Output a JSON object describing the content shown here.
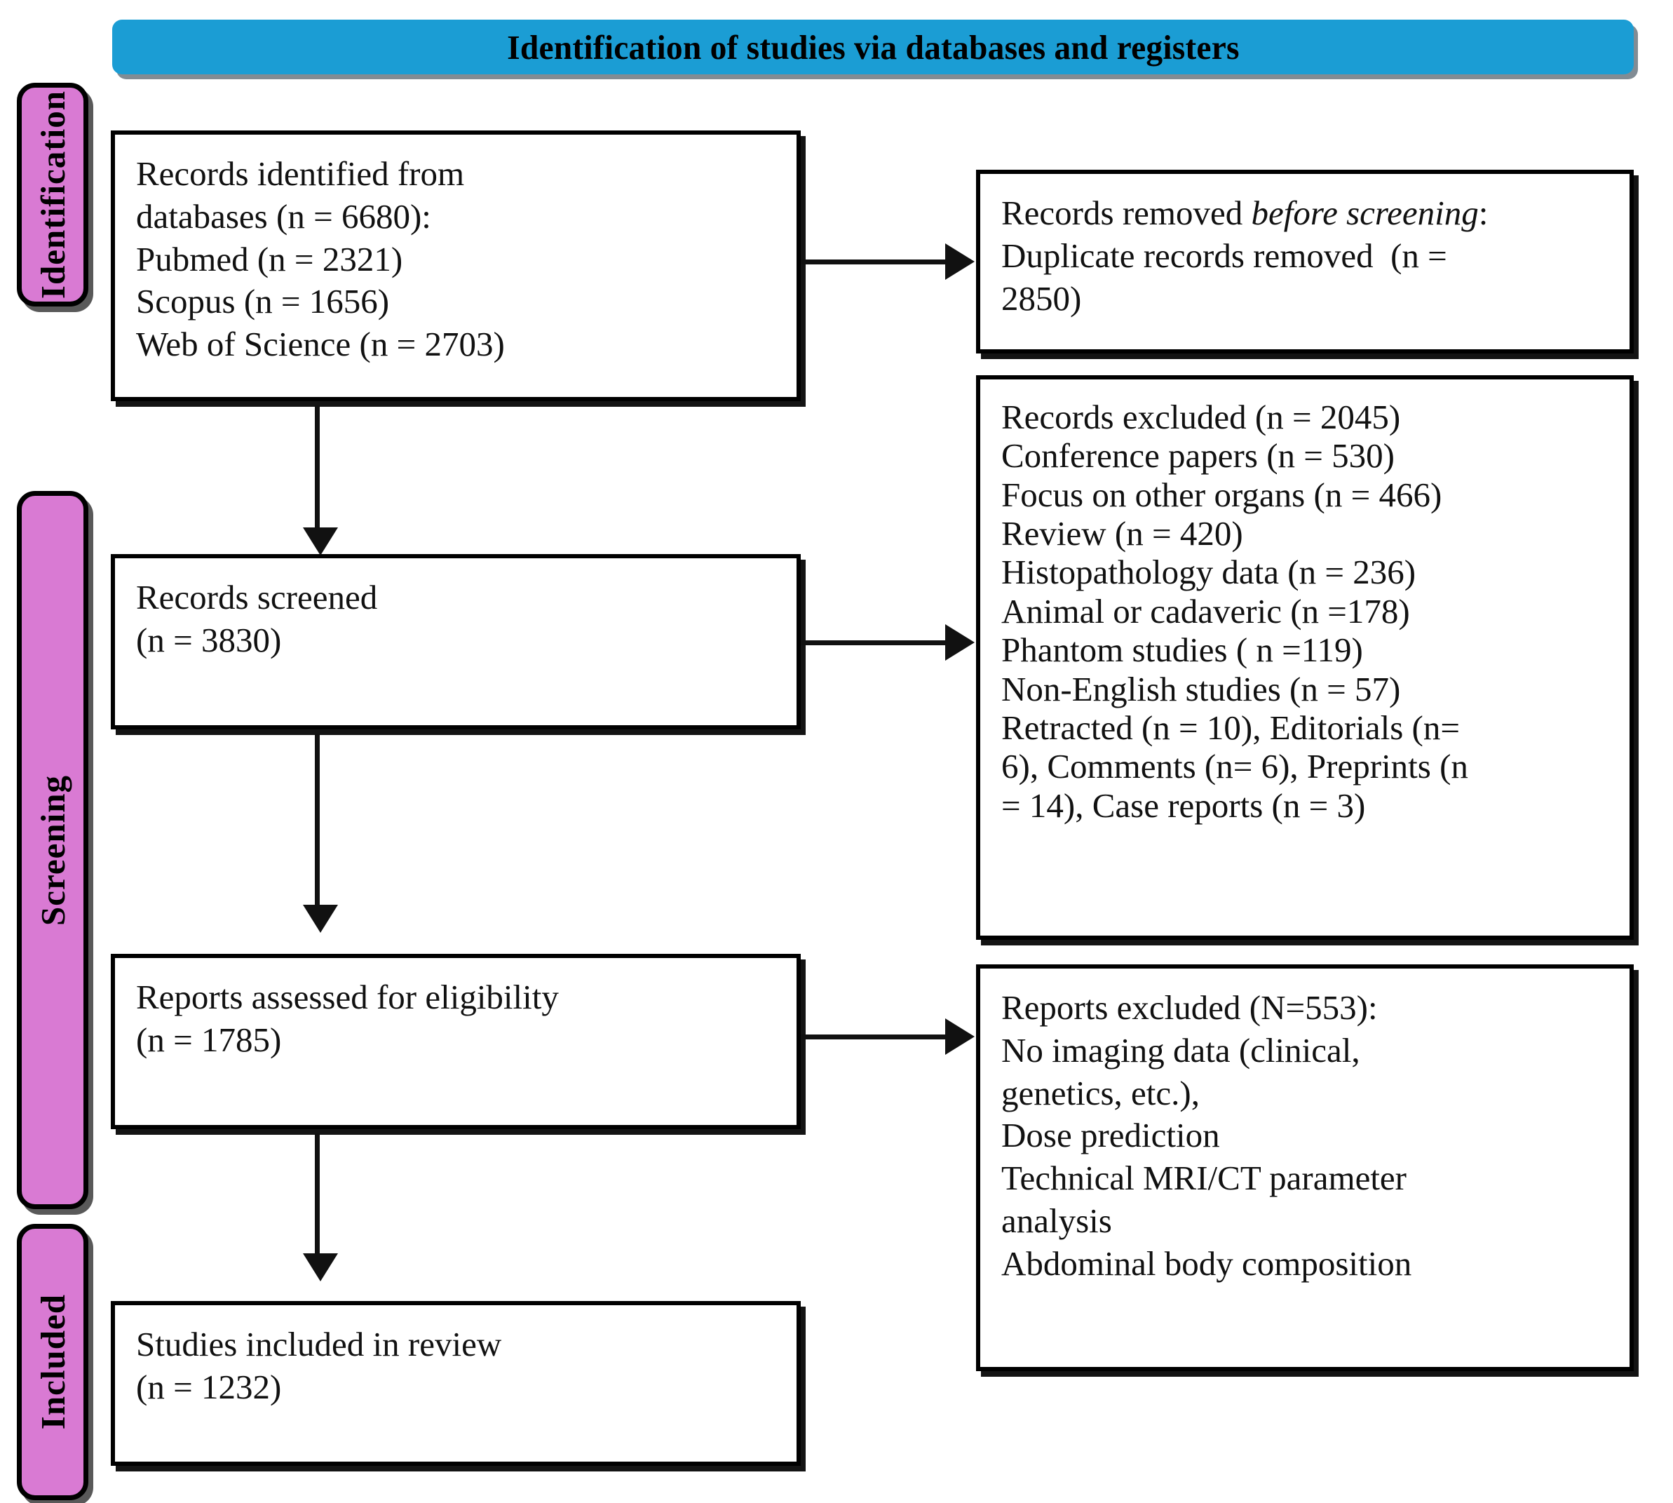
{
  "diagram": {
    "title": "Identification of studies via databases and registers",
    "phases": [
      {
        "id": "identification",
        "label": "Identification"
      },
      {
        "id": "screening",
        "label": "Screening"
      },
      {
        "id": "included",
        "label": "Included"
      }
    ],
    "boxes": {
      "identified": {
        "name": "Records identified from databases",
        "lines": [
          "Records identified from",
          "databases (n = 6680):",
          "Pubmed (n = 2321)",
          "Scopus (n = 1656)",
          "Web of Science (n = 2703)"
        ]
      },
      "removed_before_screening": {
        "name": "Records removed before screening",
        "lines": [
          "Records removed before screening:",
          "Duplicate records removed  (n =",
          "2850)"
        ],
        "italic_segment": "before screening"
      },
      "screened": {
        "name": "Records screened",
        "lines": [
          "Records screened",
          "(n = 3830)"
        ]
      },
      "records_excluded": {
        "name": "Records excluded",
        "lines": [
          "Records excluded (n = 2045)",
          "Conference papers (n = 530)",
          "Focus on other organs (n = 466)",
          "Review (n = 420)",
          "Histopathology data (n = 236)",
          "Animal or cadaveric (n =178)",
          "Phantom studies ( n =119)",
          "Non-English studies (n = 57)",
          "Retracted (n = 10), Editorials (n=",
          "6), Comments (n= 6), Preprints (n",
          "= 14), Case reports (n = 3)"
        ]
      },
      "eligibility": {
        "name": "Reports assessed for eligibility",
        "lines": [
          "Reports assessed for eligibility",
          "(n = 1785)"
        ]
      },
      "reports_excluded": {
        "name": "Reports excluded",
        "lines": [
          "Reports excluded (N=553):",
          "No imaging data (clinical,",
          "genetics, etc.),",
          "Dose prediction",
          "Technical MRI/CT parameter",
          "analysis",
          "Abdominal body composition"
        ]
      },
      "included": {
        "name": "Studies included in review",
        "lines": [
          "Studies included in review",
          "(n = 1232)"
        ]
      }
    },
    "counts": {
      "databases_total": 6680,
      "pubmed": 2321,
      "scopus": 1656,
      "web_of_science": 2703,
      "duplicates_removed": 2850,
      "screened": 3830,
      "records_excluded_total": 2045,
      "conference_papers": 530,
      "focus_other_organs": 466,
      "review": 420,
      "histopathology_data": 236,
      "animal_or_cadaveric": 178,
      "phantom_studies": 119,
      "non_english": 57,
      "retracted": 10,
      "editorials": 6,
      "comments": 6,
      "preprints": 14,
      "case_reports": 3,
      "reports_assessed": 1785,
      "reports_excluded_total": 553,
      "studies_included": 1232
    },
    "colors": {
      "header_blue": "#1b9dd4",
      "phase_pink": "#d97ad3",
      "outline_black": "#000000",
      "box_white": "#ffffff"
    }
  }
}
